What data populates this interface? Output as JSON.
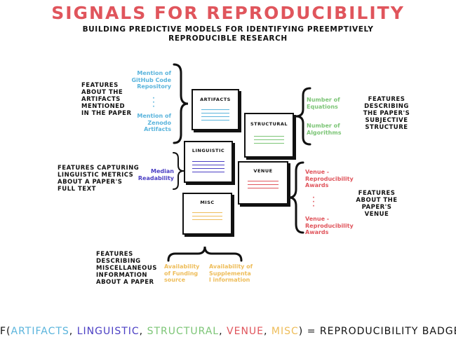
{
  "colors": {
    "title": "#e0555c",
    "artifacts": "#5ab4dc",
    "linguistic": "#4b3fc4",
    "structural": "#7cc576",
    "venue": "#e0555c",
    "misc": "#eebd5a"
  },
  "header": {
    "title": "SIGNALS FOR REPRODUCIBILITY",
    "subtitle_line1": "BUILDING PREDICTIVE MODELS FOR IDENTIFYING PREEMPTIVELY",
    "subtitle_line2": "REPRODUCIBLE RESEARCH"
  },
  "boxes": {
    "artifacts": "ARTIFACTS",
    "structural": "STRUCTURAL",
    "linguistic": "LINGUISTIC",
    "venue": "VENUE",
    "misc": "MISC"
  },
  "artifacts": {
    "desc": [
      "FEATURES",
      "ABOUT THE",
      "ARTIFACTS",
      "MENTIONED",
      "IN THE PAPER"
    ],
    "feature1": [
      "Mention of",
      "GitHub Code",
      "Repository"
    ],
    "feature2": [
      "Mention of",
      "Zenodo",
      "Artifacts"
    ]
  },
  "structural": {
    "desc": [
      "FEATURES",
      "DESCRIBING",
      "THE PAPER'S",
      "SUBJECTIVE",
      "STRUCTURE"
    ],
    "feature1": [
      "Number of",
      "Equations"
    ],
    "feature2": [
      "Number of",
      "Algorithms"
    ]
  },
  "linguistic": {
    "desc": [
      "FEATURES CAPTURING",
      "LINGUISTIC METRICS",
      "ABOUT A PAPER'S",
      "FULL TEXT"
    ],
    "feature1": [
      "Median",
      "Readability"
    ]
  },
  "venue": {
    "desc": [
      "FEATURES",
      "ABOUT THE",
      "PAPER'S",
      "VENUE"
    ],
    "feature1": [
      "Venue -",
      "Reproducibility",
      "Awards"
    ],
    "feature2": [
      "Venue -",
      "Reproducibility",
      "Awards"
    ]
  },
  "misc": {
    "desc": [
      "FEATURES",
      "DESCRIBING",
      "MISCELLANEOUS",
      "INFORMATION",
      "ABOUT A PAPER"
    ],
    "feature1": [
      "Availability",
      "of Funding",
      "source"
    ],
    "feature2": [
      "Availability of",
      "Supplementa",
      "l information"
    ]
  },
  "formula": {
    "prefix": "F(",
    "artifacts": "ARTIFACTS",
    "sep": ", ",
    "linguistic": "LINGUISTIC",
    "structural": "STRUCTURAL",
    "venue": "VENUE",
    "misc": "MISC",
    "suffix": ") = REPRODUCIBILITY BADGE"
  }
}
